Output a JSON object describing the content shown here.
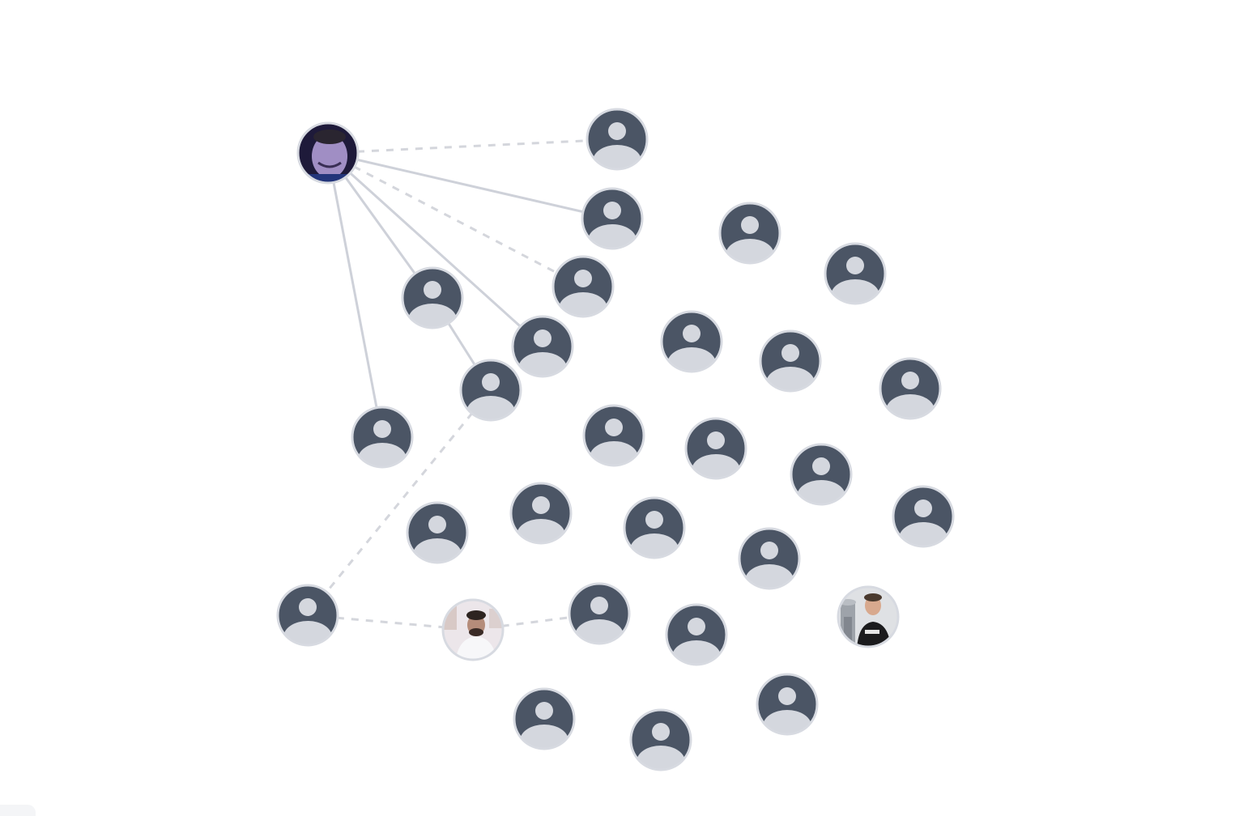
{
  "graph": {
    "colors": {
      "avatar_bg": "#4b5565",
      "avatar_fg": "#d4d7de",
      "ring": "#d7dae1",
      "edge": "#ced1d9"
    },
    "nodes": [
      {
        "id": "n1",
        "kind": "photo",
        "icon": "man-selfie-photo"
      },
      {
        "id": "n2",
        "kind": "placeholder",
        "icon": "user-silhouette-icon"
      },
      {
        "id": "n3",
        "kind": "placeholder",
        "icon": "user-silhouette-icon"
      },
      {
        "id": "n4",
        "kind": "placeholder",
        "icon": "user-silhouette-icon"
      },
      {
        "id": "n5",
        "kind": "placeholder",
        "icon": "user-silhouette-icon"
      },
      {
        "id": "n6",
        "kind": "placeholder",
        "icon": "user-silhouette-icon"
      },
      {
        "id": "n7",
        "kind": "placeholder",
        "icon": "user-silhouette-icon"
      },
      {
        "id": "n8",
        "kind": "placeholder",
        "icon": "user-silhouette-icon"
      },
      {
        "id": "n9",
        "kind": "placeholder",
        "icon": "user-silhouette-icon"
      },
      {
        "id": "n10",
        "kind": "placeholder",
        "icon": "user-silhouette-icon"
      },
      {
        "id": "n11",
        "kind": "placeholder",
        "icon": "user-silhouette-icon"
      },
      {
        "id": "n12",
        "kind": "placeholder",
        "icon": "user-silhouette-icon"
      },
      {
        "id": "n13",
        "kind": "placeholder",
        "icon": "user-silhouette-icon"
      },
      {
        "id": "n14",
        "kind": "placeholder",
        "icon": "user-silhouette-icon"
      },
      {
        "id": "n15",
        "kind": "placeholder",
        "icon": "user-silhouette-icon"
      },
      {
        "id": "n16",
        "kind": "placeholder",
        "icon": "user-silhouette-icon"
      },
      {
        "id": "n17",
        "kind": "placeholder",
        "icon": "user-silhouette-icon"
      },
      {
        "id": "n18",
        "kind": "placeholder",
        "icon": "user-silhouette-icon"
      },
      {
        "id": "n19",
        "kind": "placeholder",
        "icon": "user-silhouette-icon"
      },
      {
        "id": "n20",
        "kind": "placeholder",
        "icon": "user-silhouette-icon"
      },
      {
        "id": "n21",
        "kind": "placeholder",
        "icon": "user-silhouette-icon"
      },
      {
        "id": "n22",
        "kind": "placeholder",
        "icon": "user-silhouette-icon"
      },
      {
        "id": "n23",
        "kind": "placeholder",
        "icon": "user-silhouette-icon"
      },
      {
        "id": "n24",
        "kind": "placeholder",
        "icon": "user-silhouette-icon"
      },
      {
        "id": "n25",
        "kind": "photo",
        "icon": "man-white-shirt-photo"
      },
      {
        "id": "n26",
        "kind": "placeholder",
        "icon": "user-silhouette-icon"
      },
      {
        "id": "n27",
        "kind": "placeholder",
        "icon": "user-silhouette-icon"
      },
      {
        "id": "n28",
        "kind": "photo",
        "icon": "man-with-trophy-photo"
      },
      {
        "id": "n29",
        "kind": "placeholder",
        "icon": "user-silhouette-icon"
      },
      {
        "id": "n30",
        "kind": "placeholder",
        "icon": "user-silhouette-icon"
      },
      {
        "id": "n31",
        "kind": "placeholder",
        "icon": "user-silhouette-icon"
      }
    ],
    "edges": [
      {
        "from": "n1",
        "to": "n2",
        "style": "dashed"
      },
      {
        "from": "n1",
        "to": "n3",
        "style": "solid"
      },
      {
        "from": "n1",
        "to": "n6",
        "style": "dashed"
      },
      {
        "from": "n1",
        "to": "n7",
        "style": "solid"
      },
      {
        "from": "n1",
        "to": "n10",
        "style": "solid"
      },
      {
        "from": "n1",
        "to": "n13",
        "style": "solid"
      },
      {
        "from": "n7",
        "to": "n11",
        "style": "solid"
      },
      {
        "from": "n11",
        "to": "n23",
        "style": "dashed"
      },
      {
        "from": "n23",
        "to": "n25",
        "style": "dashed"
      },
      {
        "from": "n25",
        "to": "n24",
        "style": "dashed"
      }
    ]
  }
}
